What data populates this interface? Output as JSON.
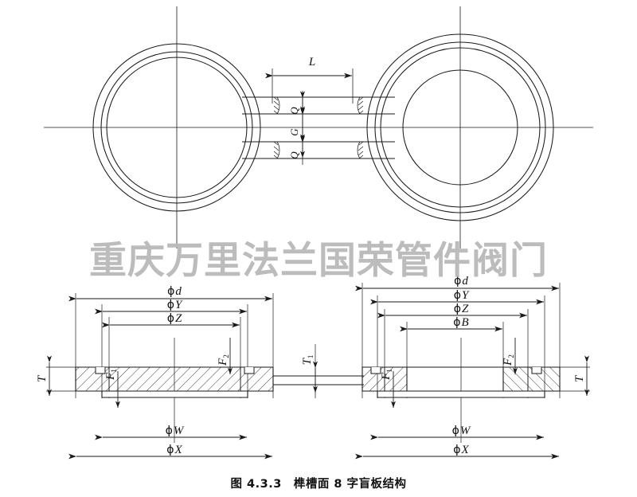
{
  "figure": {
    "caption": "图 4.3.3　榫槽面 8 字盲板结构",
    "watermark": "重庆万里法兰国荣管件阀门",
    "line_color": "#1a1a1a",
    "watermark_color": "#b9b9b9"
  },
  "plan_view": {
    "name": "plan-view",
    "dimensions": {
      "L": "L",
      "Q_upper": "Q",
      "G": "G",
      "Q_lower": "Q"
    }
  },
  "section_left": {
    "name": "left-section-spacer-plate",
    "dimensions": {
      "d": "d",
      "Y": "Y",
      "Z": "Z",
      "W": "W",
      "X": "X",
      "T": "T",
      "F1": "F",
      "F1_sub": "1",
      "F2": "F",
      "F2_sub": "2",
      "phi": "ϕ"
    }
  },
  "section_right": {
    "name": "right-section-blind-plate",
    "dimensions": {
      "d": "d",
      "Y": "Y",
      "Z": "Z",
      "B": "B",
      "W": "W",
      "X": "X",
      "T": "T",
      "F1": "F",
      "F1_sub": "1",
      "F2": "F",
      "F2_sub": "2",
      "phi": "ϕ"
    }
  },
  "section_bridge": {
    "name": "bridge-thickness",
    "dimensions": {
      "T1": "T",
      "T1_sub": "1"
    }
  }
}
